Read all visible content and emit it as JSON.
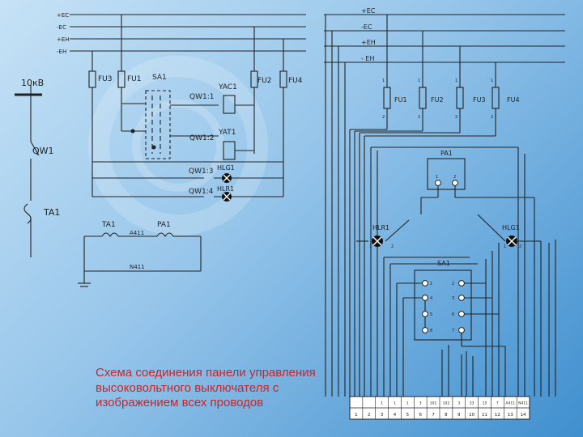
{
  "caption": "Схема соединения панели управления высоковольтного выключателя с изображением всех проводов",
  "left": {
    "buses": [
      "+ЕС",
      "-ЕС",
      "+ЕН",
      "-ЕН"
    ],
    "voltage": "10кВ",
    "breaker": "QW1",
    "ct": "TA1",
    "fuses": [
      "FU3",
      "FU1",
      "FU2",
      "FU4"
    ],
    "switch": "SA1",
    "coils": [
      "YAC1",
      "YAT1"
    ],
    "contacts": [
      "QW1:1",
      "QW1:2",
      "QW1:3",
      "QW1:4"
    ],
    "lamps": [
      "HLG1",
      "HLR1"
    ],
    "meter_ct": "TA1",
    "meter": "PA1",
    "wires": [
      "A411",
      "N411"
    ]
  },
  "right": {
    "buses": [
      "+ЕС",
      "-ЕС",
      "+ЕН",
      "- ЕН"
    ],
    "fuses": [
      "FU1",
      "FU2",
      "FU3",
      "FU4"
    ],
    "fuse_top_pins": [
      "1",
      "1",
      "1",
      "1"
    ],
    "fuse_bottom_pins": [
      "2",
      "2",
      "2",
      "2"
    ],
    "meter": "PA1",
    "meter_pins": [
      "1",
      "2"
    ],
    "lamp_red": "HLR1",
    "lamp_green": "HLG1",
    "lamp_pins": [
      "1",
      "2",
      "1",
      "2"
    ],
    "switch": "SA1",
    "switch_left_pins": [
      "1",
      "4",
      "5",
      "8"
    ],
    "switch_right_pins": [
      "2",
      "3",
      "6",
      "7"
    ],
    "terminal_top": [
      "",
      "",
      "1",
      "1",
      "1",
      "3",
      "101",
      "102",
      "3",
      "33",
      "15",
      "7",
      "A411",
      "N411"
    ],
    "terminal_bottom": [
      "1",
      "2",
      "3",
      "4",
      "5",
      "6",
      "7",
      "8",
      "9",
      "10",
      "11",
      "12",
      "13",
      "14"
    ]
  }
}
